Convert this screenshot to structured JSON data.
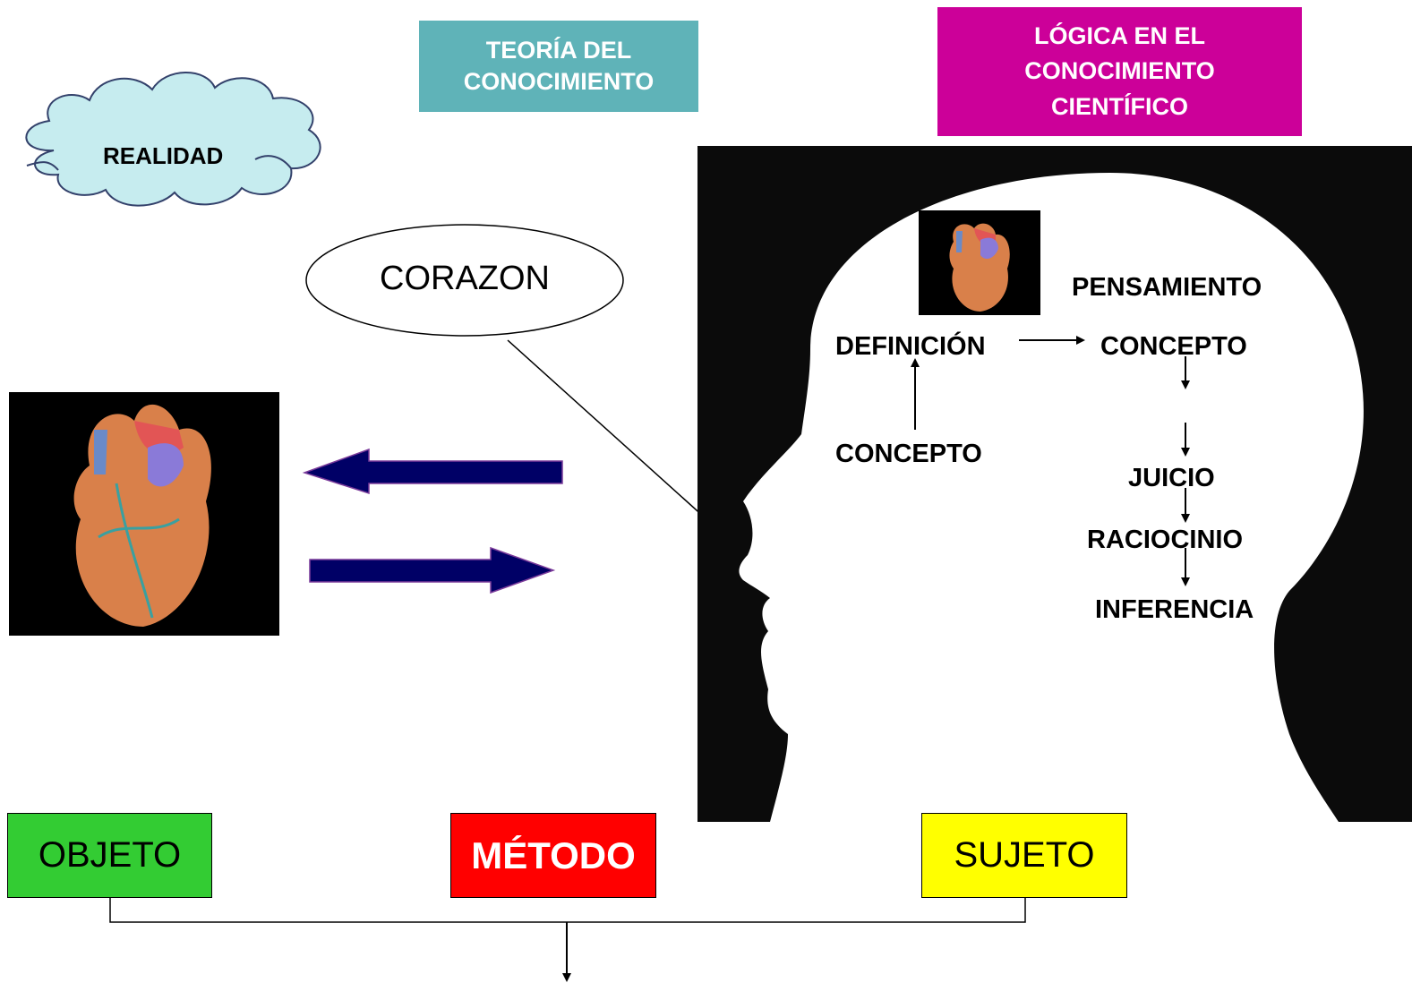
{
  "titles": {
    "teoria": "TEORÍA DEL CONOCIMIENTO",
    "logica": "LÓGICA EN EL CONOCIMIENTO CIENTÍFICO"
  },
  "cloud_label": "REALIDAD",
  "ellipse_label": "CORAZON",
  "head_labels": {
    "pensamiento": "PENSAMIENTO",
    "definicion": "DEFINICIÓN",
    "concepto_top": "CONCEPTO",
    "concepto_left": "CONCEPTO",
    "juicio": "JUICIO",
    "raciocinio": "RACIOCINIO",
    "inferencia": "INFERENCIA"
  },
  "bottom_boxes": {
    "objeto": "OBJETO",
    "metodo": "MÉTODO",
    "sujeto": "SUJETO"
  },
  "colors": {
    "teoria_bg": "#5fb3b8",
    "logica_bg": "#cc0099",
    "objeto_bg": "#33cc33",
    "metodo_bg": "#ff0000",
    "sujeto_bg": "#ffff00",
    "cloud_fill": "#c6ecef",
    "arrow_fill": "#000066"
  }
}
